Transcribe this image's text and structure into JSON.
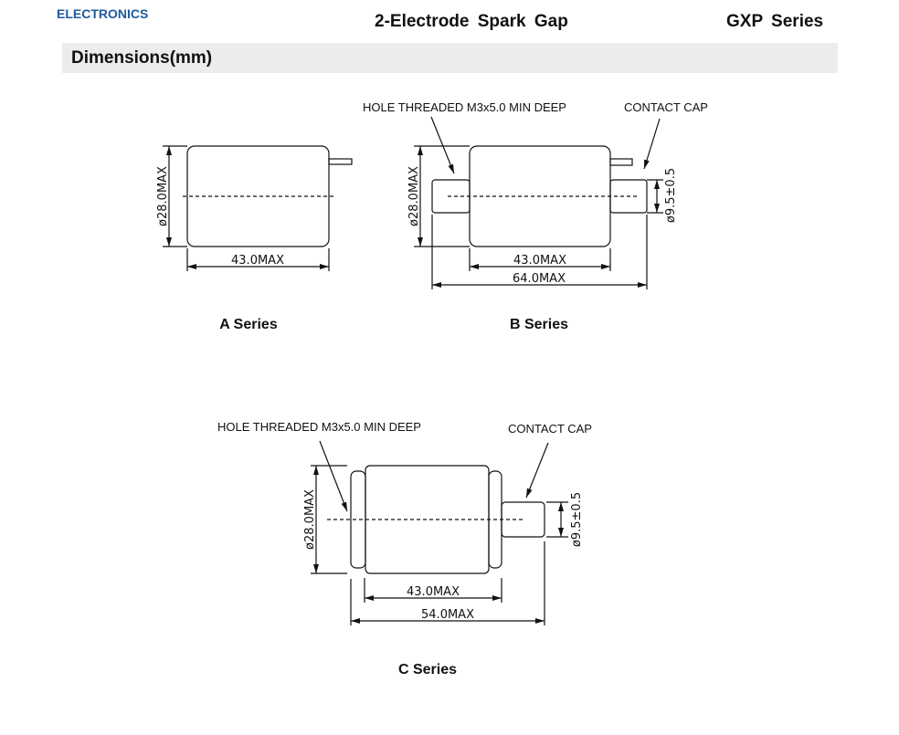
{
  "header": {
    "brand": "ELECTRONICS",
    "title": "2-Electrode Spark Gap",
    "series": "GXP Series",
    "brand_color": "#1f5aa0"
  },
  "section": {
    "title": "Dimensions(mm)"
  },
  "drawings": {
    "a": {
      "caption": "A Series",
      "diameter": "ø28.0MAX",
      "length": "43.0MAX"
    },
    "b": {
      "caption": "B Series",
      "hole_label": "HOLE THREADED M3x5.0 MIN DEEP",
      "cap_label": "CONTACT CAP",
      "diameter": "ø28.0MAX",
      "cap_diameter": "ø9.5±0.5",
      "body_length": "43.0MAX",
      "total_length": "64.0MAX"
    },
    "c": {
      "caption": "C Series",
      "hole_label": "HOLE THREADED M3x5.0 MIN DEEP",
      "cap_label": "CONTACT CAP",
      "diameter": "ø28.0MAX",
      "cap_diameter": "ø9.5±0.5",
      "body_length": "43.0MAX",
      "total_length": "54.0MAX"
    }
  }
}
